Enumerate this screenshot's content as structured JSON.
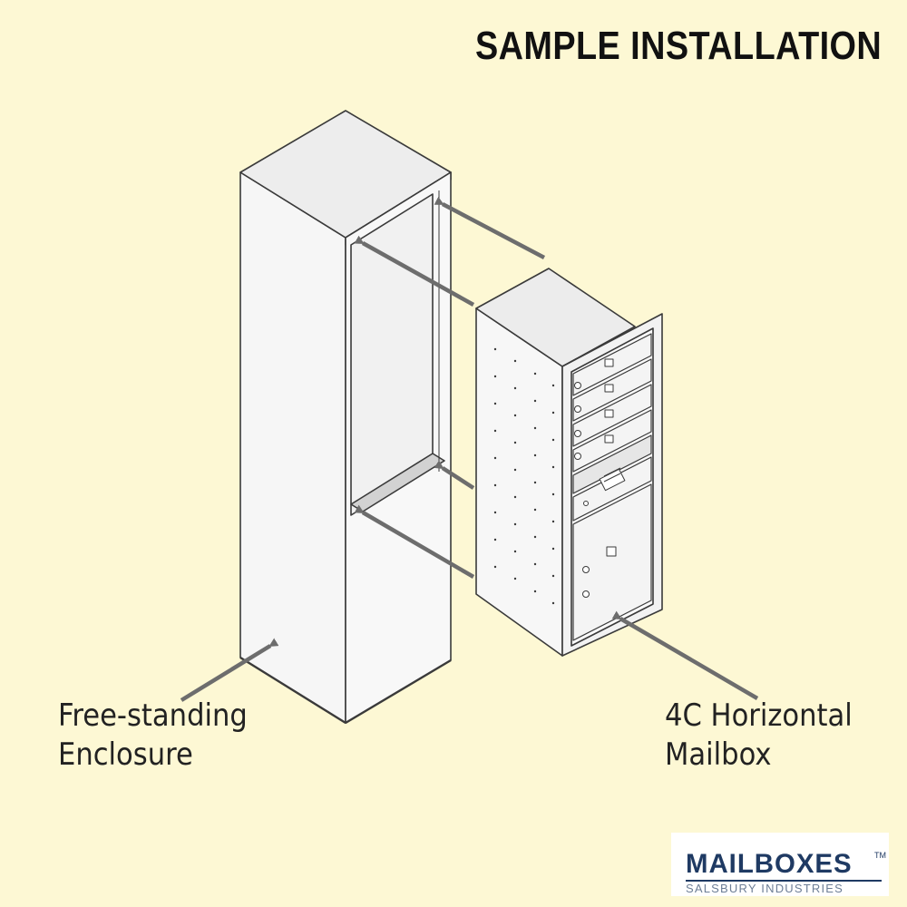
{
  "title": "SAMPLE INSTALLATION",
  "labels": {
    "enclosure": [
      "Free-standing",
      "Enclosure"
    ],
    "mailbox": [
      "4C Horizontal",
      "Mailbox"
    ]
  },
  "logo": {
    "name": "MAILBOXES",
    "trademark": "TM",
    "tagline": "SALSBURY INDUSTRIES"
  },
  "colors": {
    "background": "#fdf8d4",
    "arrow": "#6d6d6d",
    "brand": "#1f3a63"
  }
}
